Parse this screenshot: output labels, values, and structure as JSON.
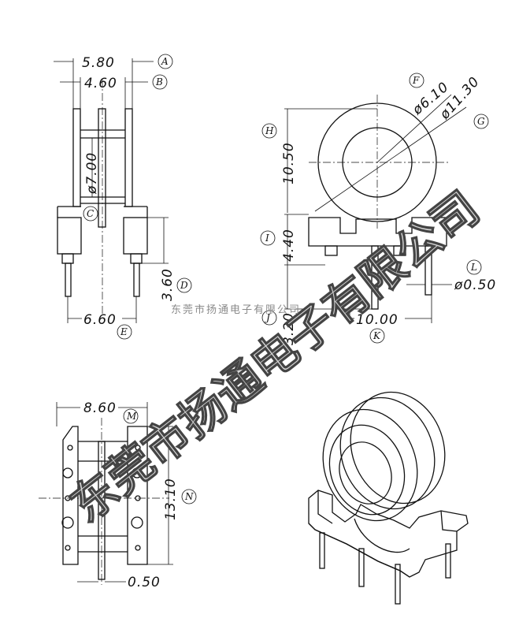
{
  "dimensions": {
    "A": {
      "value": "5.80",
      "ref": "A"
    },
    "B": {
      "value": "4.60",
      "ref": "B"
    },
    "C": {
      "value": "ø7.00",
      "ref": "C"
    },
    "D": {
      "value": "3.60",
      "ref": "D"
    },
    "E": {
      "value": "6.60",
      "ref": "E"
    },
    "F": {
      "value": "ø6.10",
      "ref": "F"
    },
    "G": {
      "value": "ø11.30",
      "ref": "G"
    },
    "H": {
      "value": "10.50",
      "ref": "H"
    },
    "I": {
      "value": "4.40",
      "ref": "I"
    },
    "J": {
      "value": "3.20",
      "ref": "J"
    },
    "K": {
      "value": "10.00",
      "ref": "K"
    },
    "L": {
      "value": "ø0.50",
      "ref": "L"
    },
    "M": {
      "value": "8.60",
      "ref": "M"
    },
    "N": {
      "value": "13.10",
      "ref": "N"
    },
    "O": {
      "value": "0.50"
    }
  },
  "watermark": {
    "large": "东莞市扬通电子有限公司",
    "small": "东莞市扬通电子有限公司"
  }
}
